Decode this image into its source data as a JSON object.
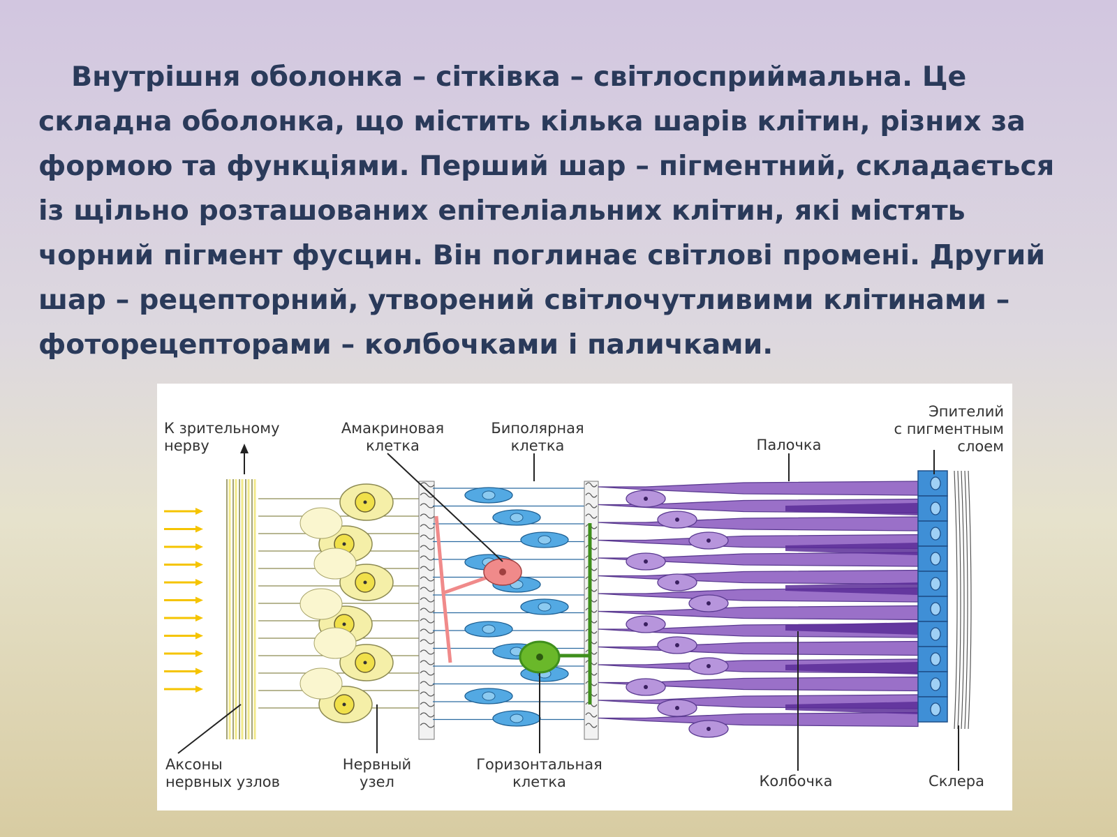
{
  "paragraph": {
    "lines": [
      "Внутрішня оболонка – сітківка – світлосприймальна. Це",
      "складна оболонка, що містить кілька шарів клітин, різних за",
      "формою та функціями. Перший шар – пігментний, складається",
      "із щільно розташованих епітеліальних клітин, які містять",
      "чорний пігмент фусцин. Він поглинає світлові промені. Другий",
      "шар – рецепторний, утворений світлочутливими клітинами –",
      "фоторецепторами – колбочками і паличками."
    ]
  },
  "diagram": {
    "labels": {
      "optic_nerve": [
        "К зрительному",
        "нерву"
      ],
      "amacrine": [
        "Амакриновая",
        "клетка"
      ],
      "bipolar": [
        "Биполярная",
        "клетка"
      ],
      "rod": [
        "Палочка"
      ],
      "epithelium": [
        "Эпителий",
        "с пигментным",
        "слоем"
      ],
      "axons": [
        "Аксоны",
        "нервных узлов"
      ],
      "ganglion": [
        "Нервный",
        "узел"
      ],
      "horizontal": [
        "Горизонтальная",
        "клетка"
      ],
      "cone": [
        "Колбочка"
      ],
      "sclera": [
        "Склера"
      ]
    },
    "colors": {
      "light_arrows": "#f5c400",
      "ganglion_cells": "#f5efa8",
      "bipolar_cells": "#53a9e3",
      "amacrine_cell": "#f08a8a",
      "horizontal_cell": "#3f8f1c",
      "photoreceptors": "#9a70c8",
      "pigment_epithelium": "#3f8fd6"
    }
  }
}
